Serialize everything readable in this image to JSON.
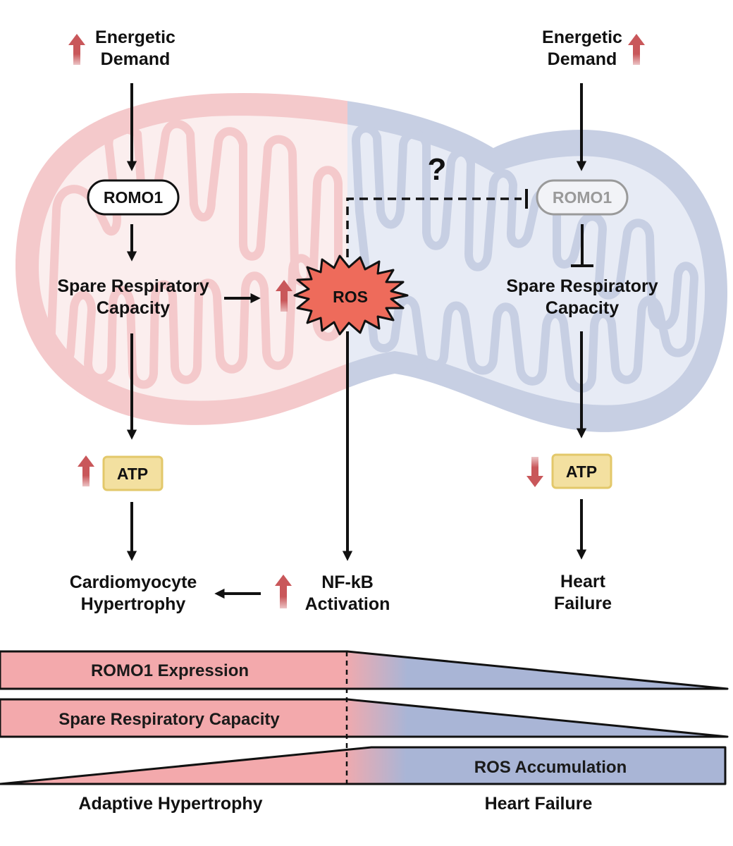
{
  "left": {
    "demand_line1": "Energetic",
    "demand_line2": "Demand",
    "romo1": "ROMO1",
    "src_line1": "Spare Respiratory",
    "src_line2": "Capacity",
    "atp": "ATP",
    "outcome_line1": "Cardiomyocyte",
    "outcome_line2": "Hypertrophy"
  },
  "center": {
    "ros": "ROS",
    "question": "?",
    "nfkb_line1": "NF-kB",
    "nfkb_line2": "Activation"
  },
  "right": {
    "demand_line1": "Energetic",
    "demand_line2": "Demand",
    "romo1": "ROMO1",
    "src_line1": "Spare Respiratory",
    "src_line2": "Capacity",
    "atp": "ATP",
    "outcome_line1": "Heart",
    "outcome_line2": "Failure"
  },
  "bars": {
    "romo1_expression": "ROMO1 Expression",
    "spare_respiratory_capacity": "Spare Respiratory Capacity",
    "ros_accumulation": "ROS Accumulation"
  },
  "stages": {
    "adaptive": "Adaptive Hypertrophy",
    "failure": "Heart Failure"
  },
  "colors": {
    "left_tint": "#f3a9ac",
    "right_tint": "#a9b5d6",
    "up_arrow": "#c9575a",
    "atp_fill": "#f3e0a0",
    "ros_fill": "#ee6b5b"
  }
}
